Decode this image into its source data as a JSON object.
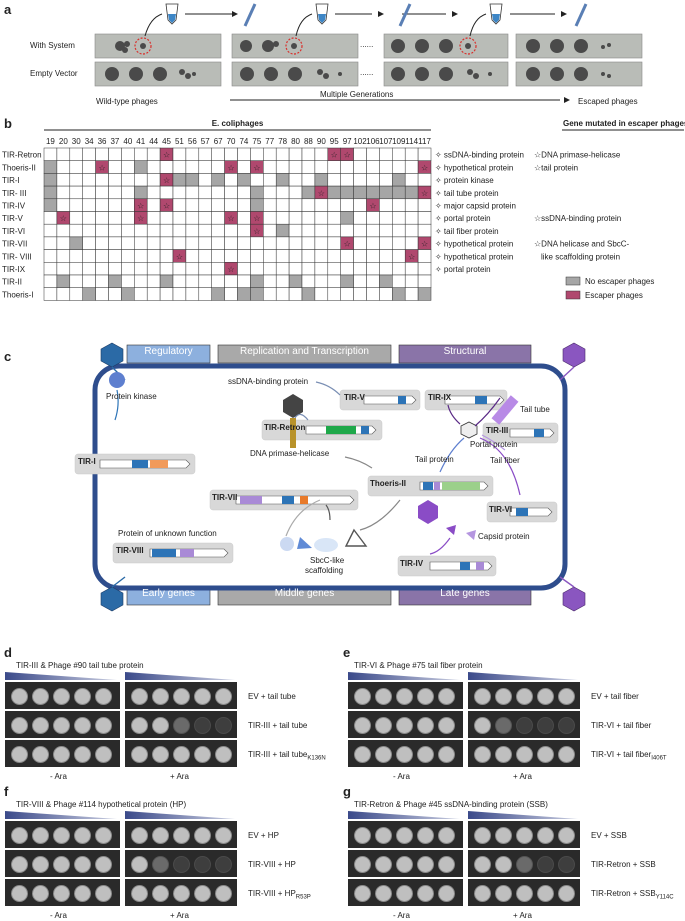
{
  "panel_a": {
    "label": "a",
    "rows": [
      "With System",
      "Empty Vector"
    ],
    "dots_label": "......",
    "axis_left": "Wild-type phages",
    "axis_mid": "Multiple Generations",
    "axis_right": "Escaped phages"
  },
  "panel_b": {
    "label": "b",
    "header": "E. coliphages",
    "header_right": "Gene mutated in escaper phages",
    "phages": [
      "19",
      "20",
      "30",
      "34",
      "36",
      "37",
      "40",
      "41",
      "44",
      "45",
      "51",
      "56",
      "57",
      "67",
      "70",
      "74",
      "75",
      "77",
      "78",
      "80",
      "88",
      "90",
      "95",
      "97",
      "102",
      "106",
      "107",
      "109",
      "114",
      "117"
    ],
    "systems": [
      "TIR-Retron",
      "Thoeris-II",
      "TIR-I",
      "TIR- III",
      "TIR-IV",
      "TIR-V",
      "TIR-VI",
      "TIR-VII",
      "TIR- VIII",
      "TIR-IX",
      "TIR-II",
      "Thoeris-I"
    ],
    "gene_col1": [
      "ssDNA-binding protein",
      "hypothetical protein",
      "protein kinase",
      "tail tube protein",
      "major capsid protein",
      "portal protein",
      "tail fiber protein",
      "hypothetical protein",
      "hypothetical protein",
      "portal protein",
      "",
      ""
    ],
    "gene_col2": [
      "DNA primase-helicase",
      "tail protein",
      "",
      "",
      "",
      "ssDNA-binding protein",
      "",
      "DNA helicase and SbcC-",
      "",
      "",
      "",
      ""
    ],
    "gene_col2_extra": "like scaffolding protein",
    "legend": [
      {
        "label": "No escaper phages",
        "color": "#a6a6a6"
      },
      {
        "label": "Escaper phages",
        "color": "#b0486e"
      }
    ],
    "cells": [
      [
        0,
        0,
        0,
        0,
        0,
        0,
        0,
        0,
        0,
        2,
        0,
        0,
        0,
        0,
        0,
        0,
        0,
        0,
        0,
        0,
        0,
        0,
        2,
        2,
        0,
        0,
        0,
        0,
        0,
        0
      ],
      [
        1,
        0,
        0,
        0,
        2,
        0,
        0,
        1,
        0,
        0,
        0,
        0,
        0,
        0,
        2,
        0,
        2,
        0,
        0,
        0,
        0,
        0,
        0,
        0,
        0,
        0,
        0,
        0,
        0,
        2
      ],
      [
        1,
        0,
        0,
        0,
        0,
        0,
        0,
        0,
        0,
        2,
        1,
        1,
        0,
        1,
        0,
        1,
        0,
        0,
        1,
        0,
        0,
        1,
        0,
        0,
        0,
        0,
        0,
        1,
        0,
        0
      ],
      [
        1,
        0,
        0,
        0,
        0,
        0,
        0,
        1,
        0,
        0,
        0,
        0,
        0,
        0,
        0,
        0,
        1,
        0,
        0,
        0,
        1,
        2,
        1,
        1,
        1,
        1,
        1,
        1,
        1,
        2
      ],
      [
        1,
        0,
        0,
        0,
        0,
        0,
        0,
        2,
        0,
        2,
        0,
        0,
        0,
        0,
        0,
        0,
        1,
        0,
        0,
        0,
        0,
        0,
        0,
        0,
        0,
        2,
        0,
        0,
        0,
        0
      ],
      [
        0,
        2,
        0,
        0,
        0,
        0,
        0,
        2,
        0,
        0,
        0,
        0,
        0,
        0,
        2,
        0,
        2,
        0,
        0,
        0,
        0,
        0,
        0,
        1,
        0,
        0,
        0,
        0,
        0,
        0
      ],
      [
        0,
        0,
        0,
        0,
        0,
        0,
        0,
        0,
        0,
        0,
        0,
        0,
        0,
        0,
        0,
        0,
        2,
        0,
        1,
        0,
        0,
        0,
        0,
        0,
        0,
        0,
        0,
        0,
        0,
        0
      ],
      [
        0,
        0,
        1,
        0,
        0,
        0,
        0,
        0,
        0,
        0,
        0,
        0,
        0,
        0,
        0,
        0,
        0,
        0,
        0,
        0,
        0,
        0,
        0,
        2,
        0,
        0,
        0,
        0,
        0,
        2
      ],
      [
        0,
        0,
        0,
        0,
        0,
        0,
        0,
        0,
        0,
        0,
        2,
        0,
        0,
        0,
        0,
        0,
        0,
        0,
        0,
        0,
        0,
        0,
        0,
        0,
        0,
        0,
        0,
        0,
        2,
        0
      ],
      [
        0,
        0,
        0,
        0,
        0,
        0,
        0,
        0,
        0,
        0,
        0,
        0,
        0,
        0,
        2,
        0,
        0,
        0,
        0,
        0,
        0,
        0,
        0,
        0,
        0,
        0,
        0,
        0,
        0,
        0
      ],
      [
        0,
        1,
        0,
        0,
        0,
        1,
        0,
        0,
        0,
        1,
        0,
        0,
        0,
        0,
        0,
        0,
        1,
        0,
        0,
        1,
        0,
        0,
        0,
        1,
        0,
        0,
        1,
        0,
        0,
        0
      ],
      [
        0,
        0,
        0,
        1,
        0,
        0,
        1,
        0,
        0,
        0,
        0,
        0,
        0,
        1,
        0,
        1,
        1,
        0,
        0,
        0,
        1,
        0,
        0,
        0,
        0,
        0,
        0,
        1,
        0,
        1
      ]
    ]
  },
  "panel_c": {
    "label": "c",
    "headers_top": [
      "Regulatory",
      "Replication and Transcription",
      "Structural"
    ],
    "headers_bottom": [
      "Early genes",
      "Middle genes",
      "Late genes"
    ],
    "systems": [
      "TIR-V",
      "TIR-IX",
      "TIR-III",
      "TIR-Retron",
      "TIR-I",
      "TIR-VII",
      "Thoeris-II",
      "TIR-VI",
      "TIR-VIII",
      "TIR-IV"
    ],
    "labels": [
      "ssDNA-binding protein",
      "Protein kinase",
      "DNA primase-helicase",
      "Tail tube",
      "Portal protein",
      "Tail protein",
      "Tail fiber",
      "Protein of unknown function",
      "SbcC-like",
      "scaffolding",
      "Capsid protein"
    ]
  },
  "panel_d": {
    "label": "d",
    "title": "TIR-III & Phage #90 tail tube protein",
    "rows": [
      "EV + tail tube",
      "TIR-III + tail tube",
      "TIR-III + tail tube"
    ],
    "sub": "K136N",
    "minus": "- Ara",
    "plus": "+ Ara"
  },
  "panel_e": {
    "label": "e",
    "title": "TIR-VI & Phage #75 tail fiber protein",
    "rows": [
      "EV + tail fiber",
      "TIR-VI + tail fiber",
      "TIR-VI + tail fiber"
    ],
    "sub": "I406T",
    "minus": "- Ara",
    "plus": "+ Ara"
  },
  "panel_f": {
    "label": "f",
    "title": "TIR-VIII & Phage #114 hypothetical protein (HP)",
    "rows": [
      "EV + HP",
      "TIR-VIII + HP",
      "TIR-VIII + HP"
    ],
    "sub": "R53P",
    "minus": "- Ara",
    "plus": "+ Ara"
  },
  "panel_g": {
    "label": "g",
    "title": "TIR-Retron & Phage #45 ssDNA-binding protein (SSB)",
    "rows": [
      "EV + SSB",
      "TIR-Retron + SSB",
      "TIR-Retron + SSB"
    ],
    "sub": "Y114C",
    "minus": "- Ara",
    "plus": "+ Ara"
  }
}
